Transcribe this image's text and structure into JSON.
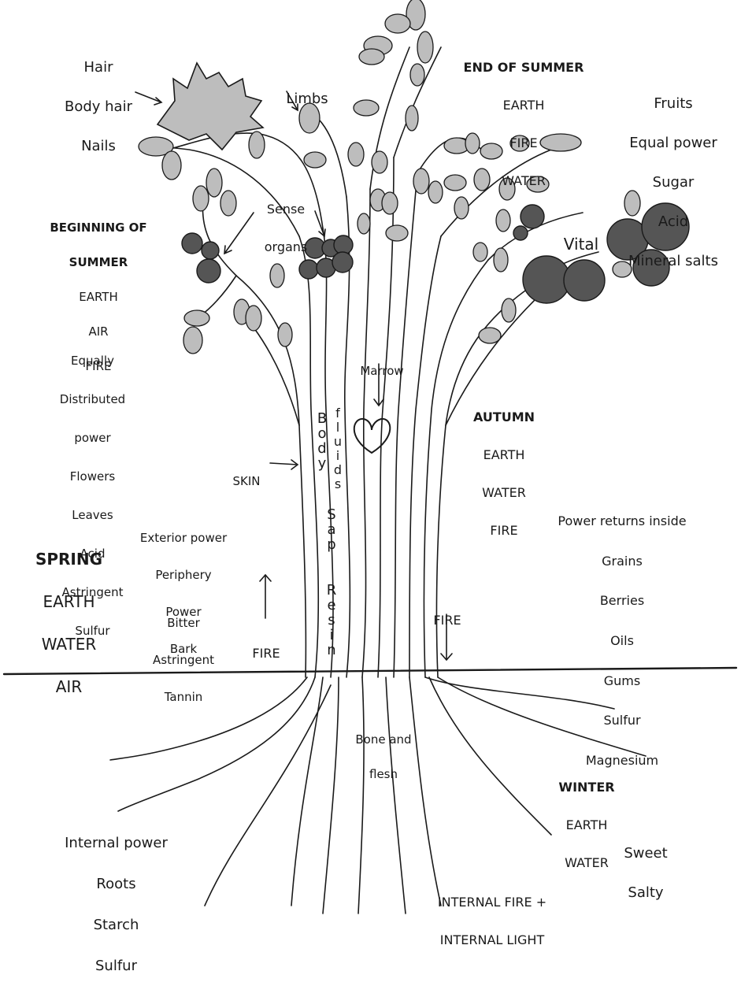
{
  "colors": {
    "ink": "#1a1a1a",
    "fruit": "#555555",
    "leaf": "#bdbdbd",
    "fruit_light": "#7a7a7a"
  },
  "labels": {
    "hair": [
      "Hair",
      "Body hair",
      "Nails"
    ],
    "limbs": "Limbs",
    "end_of_summer": {
      "title": "END OF SUMMER",
      "elements": [
        "EARTH",
        "FIRE",
        "WATER"
      ]
    },
    "fruits": [
      "Fruits",
      "Equal power",
      "Sugar",
      "Acid",
      "Mineral salts"
    ],
    "vital": "Vital",
    "sense_organs": [
      "Sense",
      "organs"
    ],
    "beginning_of_summer": {
      "title": [
        "BEGINNING OF",
        "SUMMER"
      ],
      "elements": [
        "EARTH",
        "AIR",
        "FIRE"
      ]
    },
    "flowers": [
      "Equally",
      "Distributed",
      "power",
      "Flowers",
      "Leaves",
      "Acid",
      "Astringent",
      "Sulfur"
    ],
    "marrow": "Marrow",
    "autumn": {
      "title": "AUTUMN",
      "elements": [
        "EARTH",
        "WATER",
        "FIRE"
      ]
    },
    "skin": "SKIN",
    "body": "Body",
    "fluids": "fluids",
    "sap": "Sap",
    "resin": "Resin",
    "power_inside": [
      "Power returns inside",
      "Grains",
      "Berries",
      "Oils",
      "Gums",
      "Sulfur",
      "Magnesium"
    ],
    "exterior": [
      "Exterior power",
      "Periphery",
      "Power",
      "Bark"
    ],
    "bitter": [
      "Bitter",
      "Astringent",
      "Tannin"
    ],
    "spring": {
      "title": "SPRING",
      "elements": [
        "EARTH",
        "WATER",
        "AIR"
      ]
    },
    "fire_up": "FIRE",
    "fire_down": "FIRE",
    "bone": [
      "Bone and",
      "flesh"
    ],
    "winter": {
      "title": "WINTER",
      "elements": [
        "EARTH",
        "WATER"
      ]
    },
    "sweet": [
      "Sweet",
      "Salty"
    ],
    "internal_power": [
      "Internal power",
      "Roots",
      "Starch",
      "Sulfur"
    ],
    "internal_fire": [
      "INTERNAL FIRE +",
      "INTERNAL LIGHT"
    ]
  }
}
